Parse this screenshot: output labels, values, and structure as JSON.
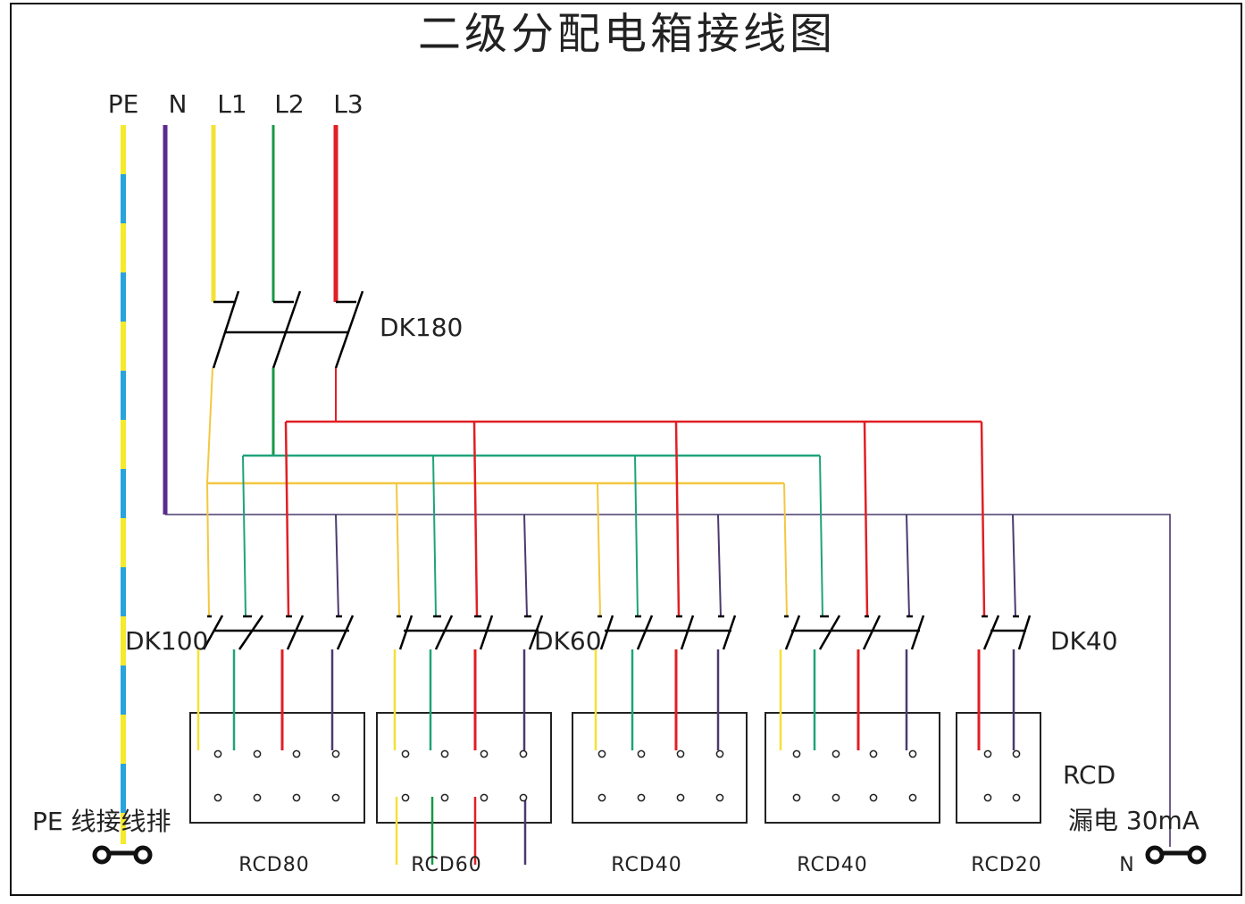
{
  "title": "二级分配电箱接线图",
  "bus_labels": [
    "PE",
    "N",
    "L1",
    "L2",
    "L3"
  ],
  "main_switch": "DK180",
  "branch_switches": [
    "DK100",
    "DK60",
    "DK40"
  ],
  "rcd_labels": [
    "RCD80",
    "RCD60",
    "RCD40",
    "RCD40",
    "RCD20"
  ],
  "pe_bar_label": "PE 线接线排",
  "rcd_note": [
    "RCD",
    "漏电 30mA"
  ],
  "n_label": "N",
  "colors": {
    "pe_yellow": "#f5ea2c",
    "pe_blue": "#29a3dc",
    "neutral": "#5b2a91",
    "l1": "#f3e233",
    "l2": "#159a46",
    "l3": "#e01f24",
    "l1_feed": "#f3c840",
    "l2_feed": "#1fa37a",
    "neutral_feed": "#4a3a6e"
  }
}
